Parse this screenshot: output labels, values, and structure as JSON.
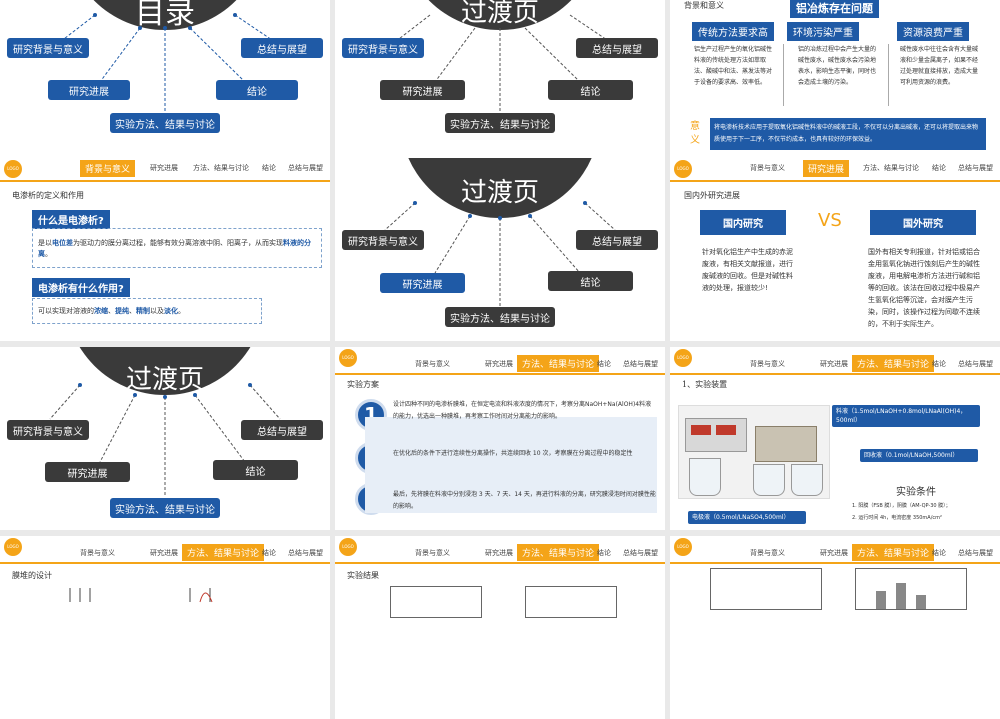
{
  "nav": [
    "背景与意义",
    "研究进展",
    "方法、结果与讨论",
    "结论",
    "总结与展望"
  ],
  "transition": {
    "title_top": "目录",
    "title": "过渡页",
    "items": [
      "研究背景与意义",
      "总结与展望",
      "研究进展",
      "结论",
      "实验方法、结果与讨论"
    ]
  },
  "slide3": {
    "section": "背景和意义",
    "banner": "铝冶炼存在问题",
    "heads": [
      "传统方法要求高",
      "环境污染严重",
      "资源浪费严重"
    ],
    "cols": [
      "铝生产过程产生的氧化铝碱性料液的传统处理方法如萃取法、酸碱中和法、蒸发法等对于设备的要求高、效率低。",
      "铝的冶炼过程中会产生大量的碱性废水，碱性废水会污染地表水，影响生态平衡，同时也会造成土壤的污染。",
      "碱性废水中往往会含有大量碱液和少量金属离子，如果不经过处理就直接排放，造成大量可利用资源的浪费。"
    ],
    "meaning_label": "意义",
    "meaning": "将电渗析技术应用于提取氧化铝碱性料液中的碱液工段，不仅可以分离出碱液，还可以将提取出来物质使用于下一工序，不仅节约成本，也具有较好的环保效益。"
  },
  "slide4": {
    "section": "电渗析的定义和作用",
    "q1": "什么是电渗析?",
    "a1_pre": "是以",
    "a1_hl1": "电位差",
    "a1_mid": "为驱动力的膜分离过程，能够有效分离溶液中阴、阳离子，从而实现",
    "a1_hl2": "料液的分离",
    "a1_end": "。",
    "q2": "电渗析有什么作用?",
    "a2_pre": "可以实现对溶液的",
    "a2_h1": "浓缩",
    "a2_s1": "、",
    "a2_h2": "提纯",
    "a2_s2": "、",
    "a2_h3": "精制",
    "a2_mid": "以及",
    "a2_h4": "淡化",
    "a2_end": "。"
  },
  "slide6": {
    "section": "国内外研究进展",
    "domestic": "国内研究",
    "vs": "VS",
    "foreign": "国外研究",
    "domestic_text": "针对氧化铝生产中生成的赤泥废液，有相关文献报道，进行废碱液的回收。但是对碱性料液的处理，报道较少!",
    "foreign_text": "国外有相关专利报道，针对铝或铝合金用氢氧化钠进行蚀刻后产生的碱性废液，用电解电渗析方法进行碱和铝等的回收。该法在回收过程中极易产生氢氧化铝等沉淀，会对膜产生污染，同时，该操作过程为间歇不连续的，不利于实际生产。"
  },
  "slide8": {
    "section": "实验方案",
    "steps": [
      "设计四种不同的电渗析膜堆，在恒定电流和料液浓度的情况下，考察分离NaOH+Na(AlOH)4料液的能力，优选出一种膜堆，再考察工作时间对分离能力的影响。",
      "在优化后的条件下进行连续性分离操作，共连续回收 10 次，考察膜在分离过程中的稳定性",
      "最后，先将膜在料液中分别浸泡 3 天、7 天、14 天，再进行料液的分离，研究膜浸泡时间对膜性能的影响。"
    ],
    "nums": [
      "1",
      "2",
      "3"
    ]
  },
  "slide9": {
    "section": "1、实验装置",
    "chip1": "料液（1.5mol/LNaOH+0.8mol/LNaAl(OH)4，500ml）",
    "chip2": "回收液（0.1mol/LNaOH,500ml）",
    "chip3": "电极液（0.5mol/LNaSO4,500ml）",
    "cond_title": "实验条件",
    "cond1": "1. 阳膜（FSB 膜），阴膜（AM-QP-30 膜）；",
    "cond2": "2. 运行时间 4h，电流密度 350mA/cm²"
  },
  "slide10": {
    "section": "膜堆的设计"
  },
  "slide11": {
    "section": "实验结果"
  },
  "colors": {
    "accent": "#f4a418",
    "blue": "#1f5aa6",
    "dark": "#3a3a3a"
  }
}
